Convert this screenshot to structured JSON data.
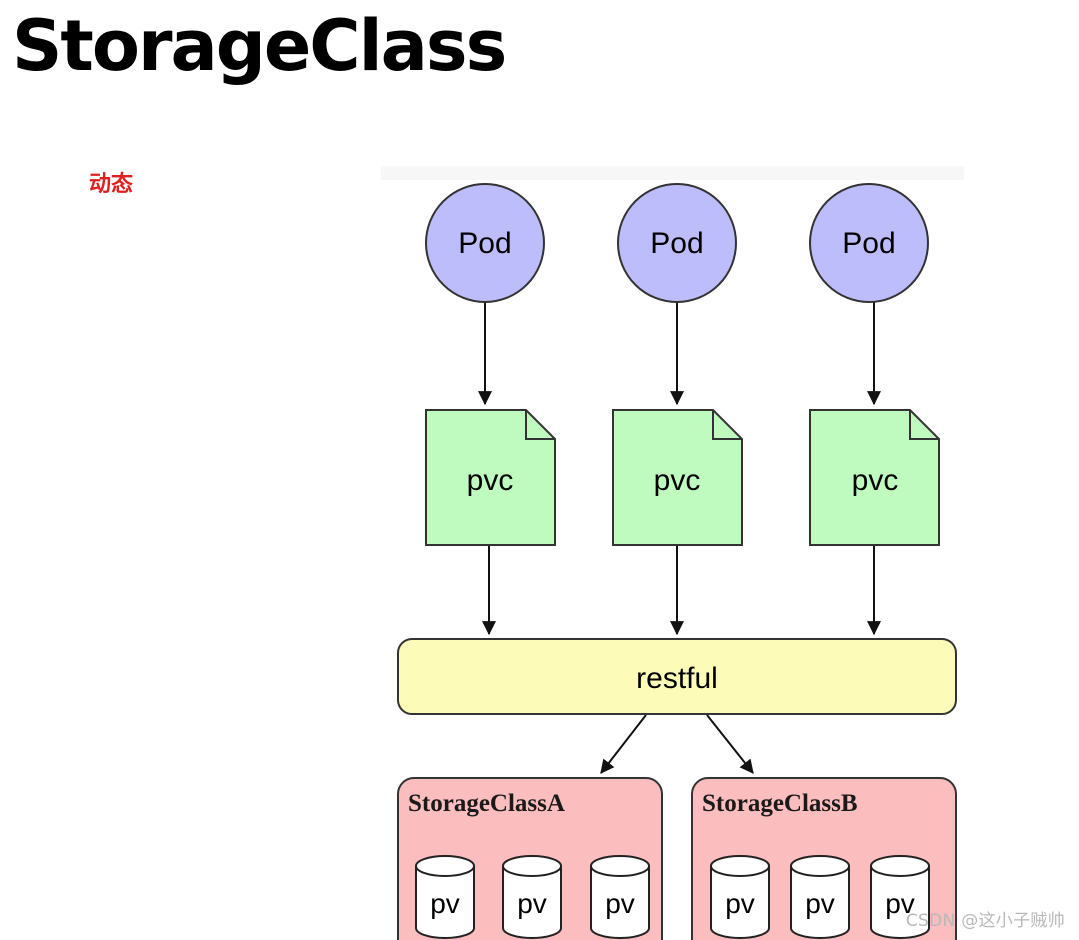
{
  "title": "StorageClass",
  "subtitle": "动态",
  "colors": {
    "title": "#000000",
    "subtitle": "#e02020",
    "pod_fill": "#bdbdfb",
    "pvc_fill": "#bffabf",
    "restful_fill": "#fcfcb8",
    "storageclass_fill": "#fbbdbd",
    "pv_fill": "#ffffff",
    "stroke": "#333333"
  },
  "pods": [
    {
      "label": "Pod"
    },
    {
      "label": "Pod"
    },
    {
      "label": "Pod"
    }
  ],
  "pvcs": [
    {
      "label": "pvc"
    },
    {
      "label": "pvc"
    },
    {
      "label": "pvc"
    }
  ],
  "restful": {
    "label": "restful"
  },
  "storage_classes": [
    {
      "label": "StorageClassA",
      "pvs": [
        "pv",
        "pv",
        "pv"
      ]
    },
    {
      "label": "StorageClassB",
      "pvs": [
        "pv",
        "pv",
        "pv"
      ]
    }
  ],
  "watermark": "CSDN @这小子贼帅"
}
